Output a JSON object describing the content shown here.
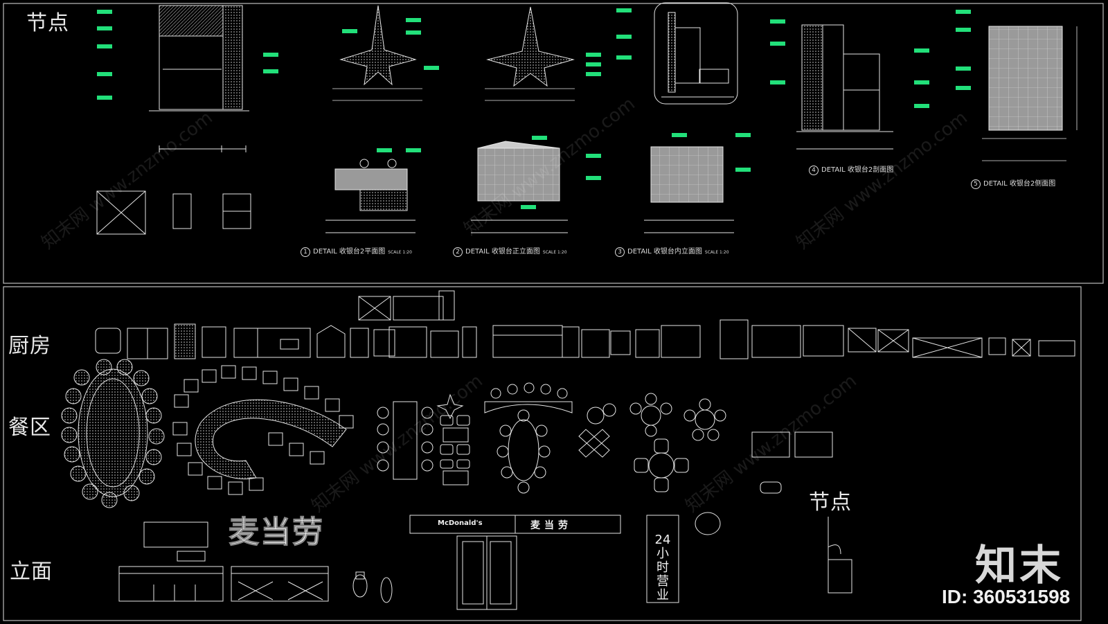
{
  "sections": {
    "node_top": "节点",
    "kitchen": "厨房",
    "dining": "餐区",
    "elevation": "立面",
    "node_bottom": "节点"
  },
  "details": [
    {
      "num": "1",
      "title": "DETAIL  收银台2平面图",
      "scale": "SCALE 1:20"
    },
    {
      "num": "2",
      "title": "DETAIL  收银台正立面图",
      "scale": "SCALE 1:20"
    },
    {
      "num": "3",
      "title": "DETAIL  收银台内立面图",
      "scale": "SCALE 1:20"
    },
    {
      "num": "4",
      "title": "DETAIL  收银台2剖面图",
      "scale": ""
    },
    {
      "num": "5",
      "title": "DETAIL  收银台2侧面图",
      "scale": ""
    }
  ],
  "signage": {
    "brand_cn": "麦当劳",
    "mcd_en": "McDonald's",
    "open_24": "24小时营业"
  },
  "watermark": {
    "logo": "知末",
    "id": "ID: 360531598",
    "site": "知末网 www.znzmo.com"
  },
  "colors": {
    "background": "#000000",
    "line": "#e6e6e6",
    "dim_label": "#22e07a",
    "frame": "#bdbdbd"
  }
}
